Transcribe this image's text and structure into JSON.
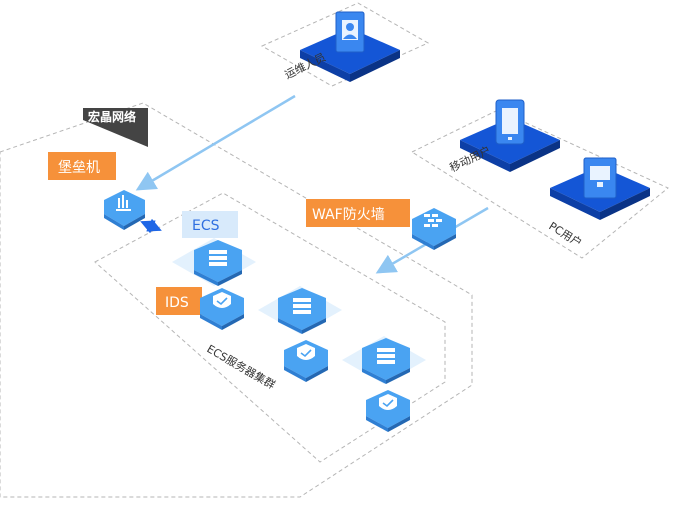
{
  "network": {
    "title": "宏晶网络"
  },
  "users": {
    "ops": "运维人员",
    "mobile": "移动用户",
    "pc": "PC用户"
  },
  "nodes": {
    "bastion": "堡垒机",
    "waf": "WAF防火墙",
    "ecs": "ECS",
    "ids": "IDS",
    "cluster": "ECS服务器集群"
  },
  "colors": {
    "accent_blue": "#1e66e6",
    "tag_orange": "#f6913a",
    "light_blue": "#4aa3f2",
    "arrow": "#8fc6f2",
    "dark_tag": "#444444"
  },
  "icons": [
    "person-icon",
    "phone-icon",
    "monitor-icon",
    "chart-icon",
    "brick-wall-icon",
    "server-stack-icon",
    "shield-check-icon",
    "double-arrow-icon"
  ]
}
